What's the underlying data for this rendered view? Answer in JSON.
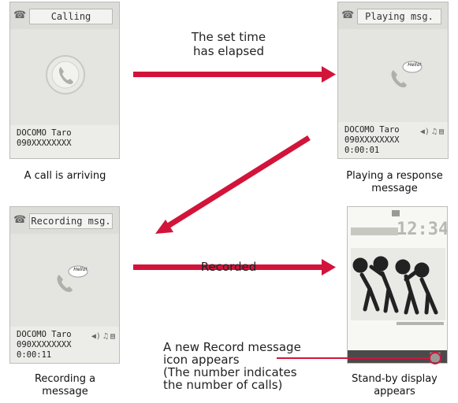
{
  "colors": {
    "arrow": "#d2143a",
    "screen_bg": "#dcdcd8"
  },
  "screens": {
    "calling": {
      "header": "Calling",
      "name": "DOCOMO Taro",
      "number": "090XXXXXXXX",
      "caption": "A call is arriving"
    },
    "playing": {
      "header": "Playing msg.",
      "bubble": "Hello!",
      "name": "DOCOMO Taro",
      "number": "090XXXXXXXX",
      "time": "0:00:01",
      "caption_line1": "Playing a response",
      "caption_line2": "message"
    },
    "recording": {
      "header": "Recording msg.",
      "bubble": "Hello!",
      "name": "DOCOMO Taro",
      "number": "090XXXXXXXX",
      "time": "0:00:11",
      "caption_line1": "Recording a",
      "caption_line2": "message"
    },
    "standby": {
      "clock": "12:34",
      "caption_line1": "Stand-by display",
      "caption_line2": "appears"
    }
  },
  "annotations": {
    "set_time_line1": "The set time",
    "set_time_line2": "has elapsed",
    "recorded": "Recorded",
    "new_icon_line1": "A new Record message",
    "new_icon_line2": "icon appears",
    "new_icon_line3": "(The number indicates",
    "new_icon_line4": "the number of calls)"
  }
}
